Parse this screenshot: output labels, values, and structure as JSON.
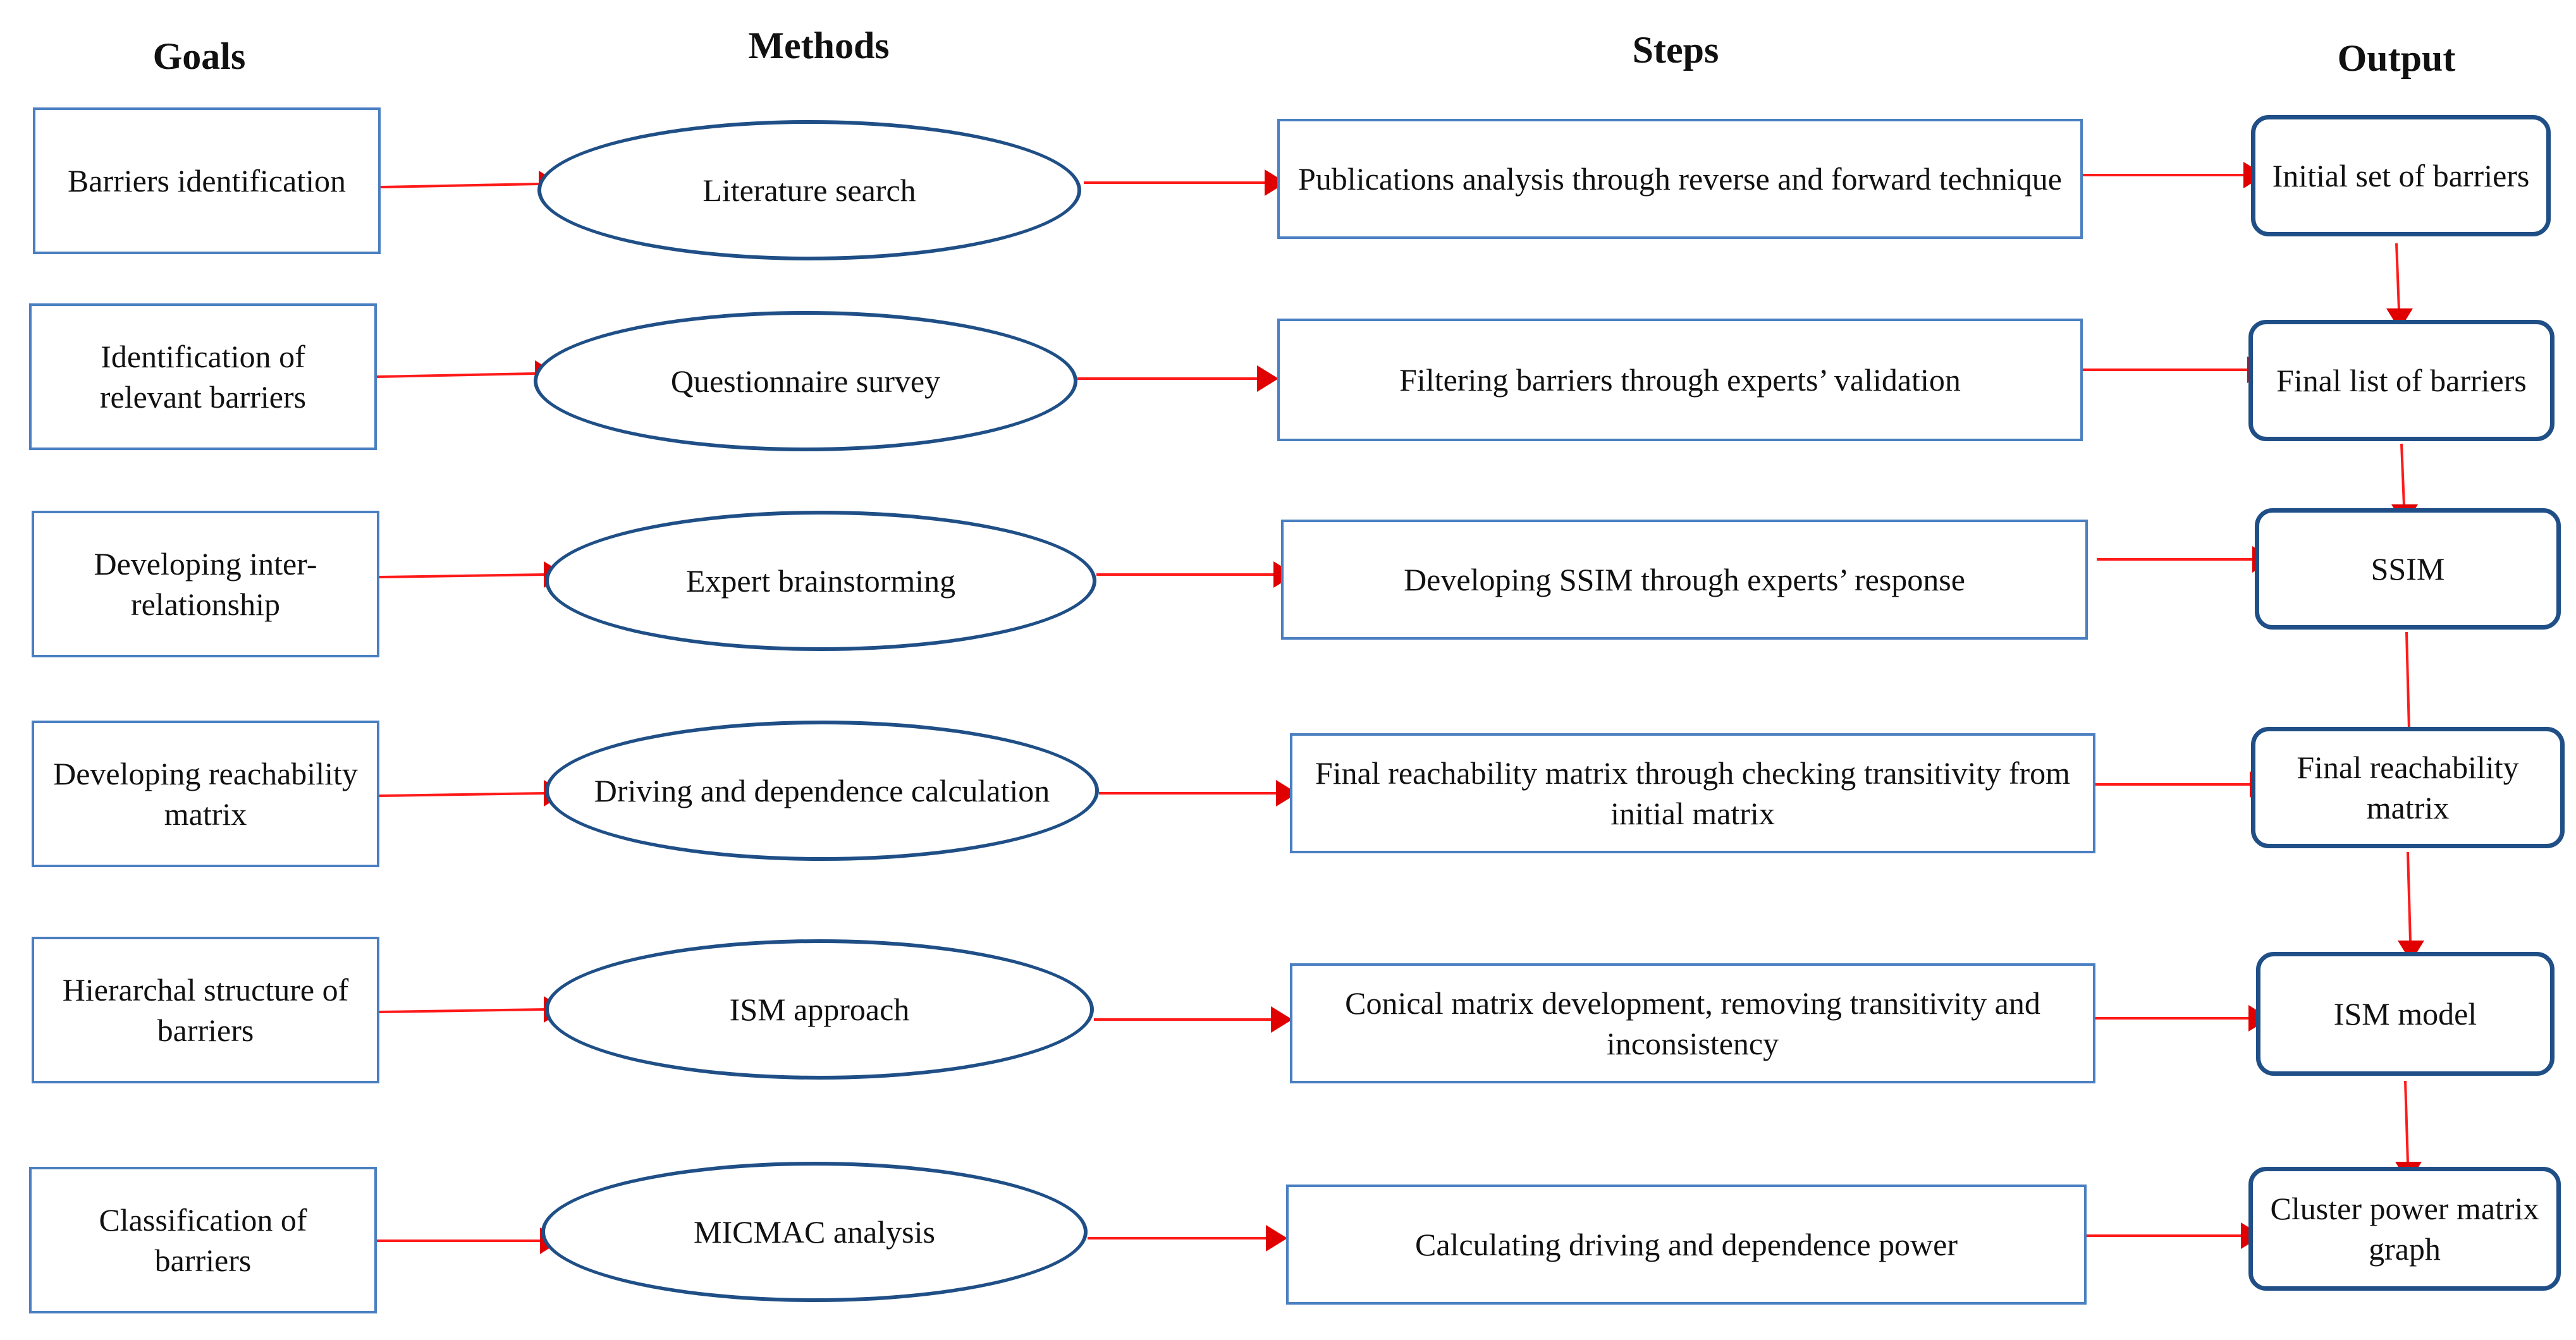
{
  "headers": {
    "goals": "Goals",
    "methods": "Methods",
    "steps": "Steps",
    "output": "Output"
  },
  "rows": [
    {
      "goal": "Barriers identification",
      "method": "Literature search",
      "step": "Publications analysis through reverse and forward technique",
      "output": "Initial set of barriers"
    },
    {
      "goal": "Identification of relevant barriers",
      "method": "Questionnaire survey",
      "step": "Filtering barriers through experts’ validation",
      "output": "Final list of barriers"
    },
    {
      "goal": "Developing inter-relationship",
      "method": "Expert brainstorming",
      "step": "Developing SSIM through experts’ response",
      "output": "SSIM"
    },
    {
      "goal": "Developing reachability matrix",
      "method": "Driving and dependence calculation",
      "step": "Final reachability matrix through checking transitivity from initial matrix",
      "output": "Final reachability matrix"
    },
    {
      "goal": "Hierarchal structure of barriers",
      "method": "ISM approach",
      "step": "Conical matrix development, removing transitivity and inconsistency",
      "output": "ISM model"
    },
    {
      "goal": "Classification of barriers",
      "method": "MICMAC analysis",
      "step": "Calculating driving and dependence power",
      "output": "Cluster power matrix graph"
    }
  ],
  "colors": {
    "arrow": "#ff1a1a",
    "arrow_head": "#e00000",
    "box_border": "#4a7fc1",
    "rounded_border": "#1f4f86"
  }
}
